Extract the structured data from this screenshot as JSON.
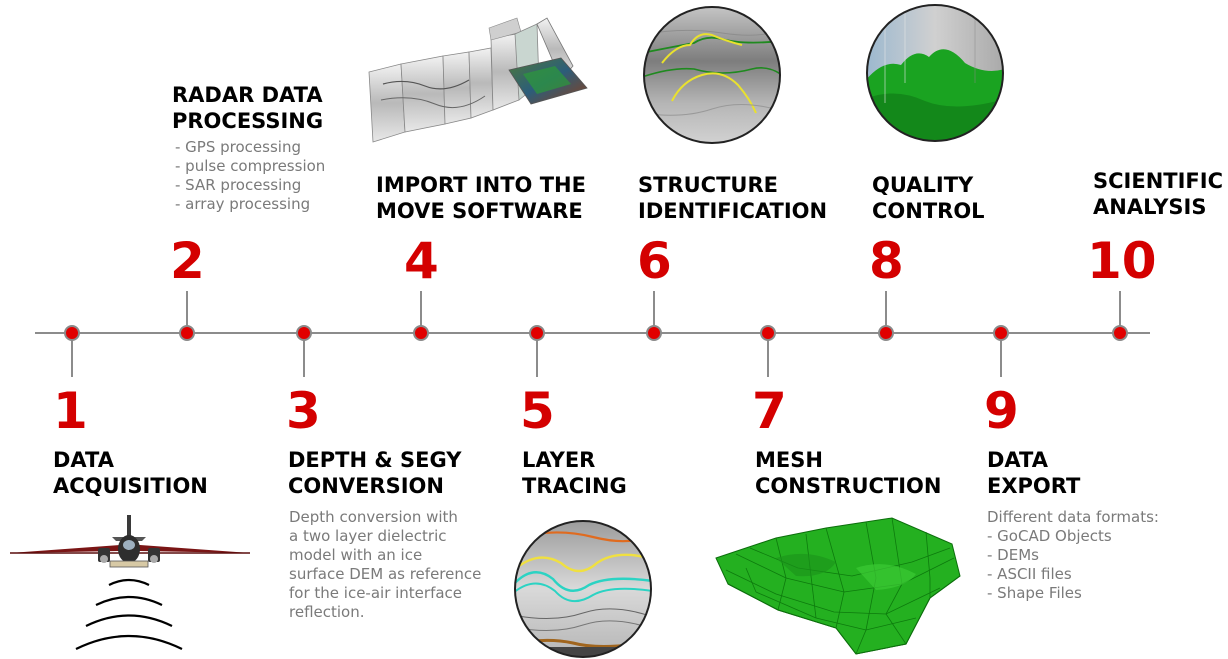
{
  "steps": [
    {
      "number": "1",
      "title_lines": [
        "DATA",
        "ACQUISITION"
      ]
    },
    {
      "number": "2",
      "title_lines": [
        "RADAR DATA",
        "PROCESSING"
      ],
      "items": [
        "- GPS processing",
        "- pulse compression",
        "- SAR processing",
        "- array processing"
      ]
    },
    {
      "number": "3",
      "title_lines": [
        "DEPTH & SEGY",
        "CONVERSION"
      ],
      "desc_lines": [
        "Depth conversion with",
        "a two layer dielectric",
        "model with an ice",
        "surface DEM as reference",
        "for the ice-air interface",
        "reflection."
      ]
    },
    {
      "number": "4",
      "title_lines": [
        "IMPORT INTO THE",
        "MOVE SOFTWARE"
      ]
    },
    {
      "number": "5",
      "title_lines": [
        "LAYER",
        "TRACING"
      ]
    },
    {
      "number": "6",
      "title_lines": [
        "STRUCTURE",
        "IDENTIFICATION"
      ]
    },
    {
      "number": "7",
      "title_lines": [
        "MESH",
        "CONSTRUCTION"
      ]
    },
    {
      "number": "8",
      "title_lines": [
        "QUALITY",
        "CONTROL"
      ]
    },
    {
      "number": "9",
      "title_lines": [
        "DATA",
        "EXPORT"
      ],
      "items": [
        "Different data formats:",
        "- GoCAD Objects",
        "- DEMs",
        "- ASCII files",
        "- Shape Files"
      ]
    },
    {
      "number": "10",
      "title_lines": [
        "SCIENTIFIC",
        "ANALYSIS"
      ]
    }
  ],
  "colors": {
    "number_red": "#d40000",
    "dot_red": "#e10000",
    "line_gray": "#8c8c8c",
    "text_gray": "#7a7a7a",
    "mesh_green": "#22a81e"
  },
  "icons": [
    "airplane-radar-icon",
    "radar-3d-panels-icon",
    "radargram-layer-circle-icon",
    "structure-circle-icon",
    "mesh-surface-icon",
    "quality-control-circle-icon"
  ]
}
